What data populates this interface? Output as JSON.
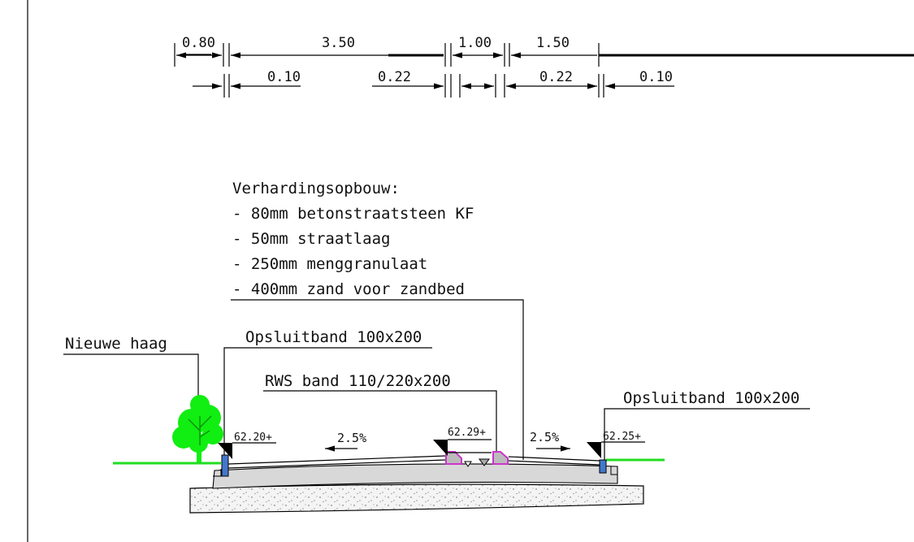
{
  "colors": {
    "line": "#000000",
    "grass": "#22dd22",
    "hedge": "#11ee11",
    "curb_rws": "#cc33cc",
    "curb_opsluit": "#4477cc",
    "subbase": "#d8d8d8",
    "sand": "#f2f2f2"
  },
  "dimensions_top": [
    "0.80",
    "3.50",
    "1.00",
    "1.50"
  ],
  "dimensions_bottom": [
    "0.10",
    "0.22",
    "0.22",
    "0.10"
  ],
  "pavement": {
    "heading": "Verhardingsopbouw:",
    "layers": [
      "- 80mm betonstraatsteen KF",
      "- 50mm straatlaag",
      "- 250mm menggranulaat",
      "- 400mm zand voor zandbed"
    ]
  },
  "labels": {
    "hedge": "Nieuwe haag",
    "curb_left": "Opsluitband 100x200",
    "rws": "RWS band 110/220x200",
    "curb_right": "Opsluitband 100x200"
  },
  "elevations": {
    "left": "62.20+",
    "center": "62.29+",
    "right": "62.25+"
  },
  "slopes": {
    "left": "2.5%",
    "right": "2.5%"
  }
}
